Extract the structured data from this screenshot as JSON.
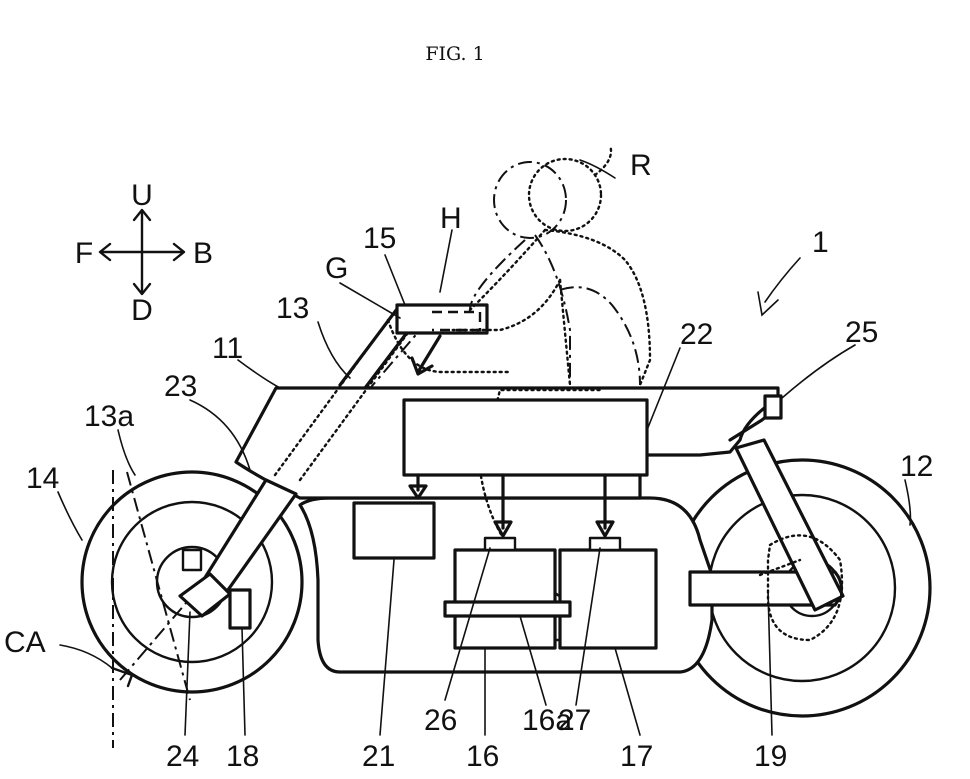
{
  "figure": {
    "title": "FIG. 1"
  },
  "directions": {
    "up": "U",
    "down": "D",
    "front": "F",
    "back": "B"
  },
  "labels": {
    "vehicle": "1",
    "rider": "R",
    "handle": "H",
    "grip": "G",
    "l11": "11",
    "l12": "12",
    "l13": "13",
    "l13a": "13a",
    "l14": "14",
    "l15": "15",
    "l16": "16",
    "l16a": "16a",
    "l17": "17",
    "l18": "18",
    "l19": "19",
    "l21": "21",
    "l22": "22",
    "l23": "23",
    "l24": "24",
    "l25": "25",
    "l26": "26",
    "l27": "27",
    "ca": "CA"
  }
}
